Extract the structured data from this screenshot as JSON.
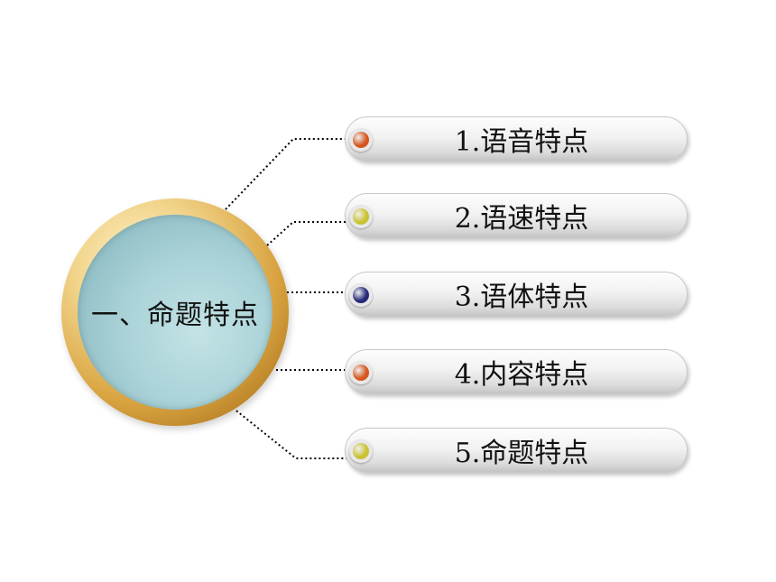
{
  "hub": {
    "title": "一、命题特点"
  },
  "items": [
    {
      "label": "1.语音特点",
      "dot_color": "#d5571e"
    },
    {
      "label": "2.语速特点",
      "dot_color": "#c9c230"
    },
    {
      "label": "3.语体特点",
      "dot_color": "#27297a"
    },
    {
      "label": "4.内容特点",
      "dot_color": "#d5571e"
    },
    {
      "label": "5.命题特点",
      "dot_color": "#c9c230"
    }
  ]
}
